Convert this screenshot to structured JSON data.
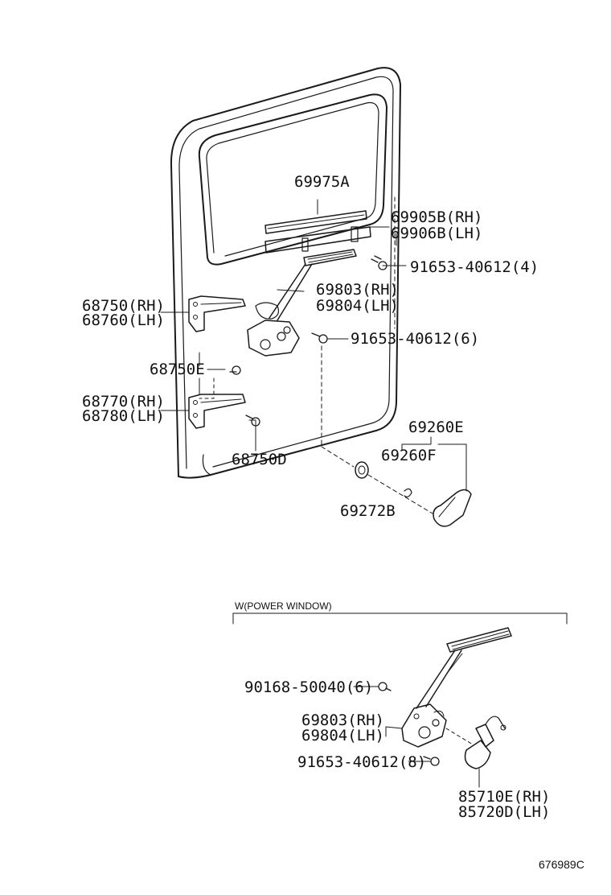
{
  "labels": {
    "p69975A": "69975A",
    "p69905B": "69905B(RH)",
    "p69906B": "69906B(LH)",
    "p91653_4": "91653-40612(4)",
    "p69803_top": "69803(RH)",
    "p69804_top": "69804(LH)",
    "p68750": "68750(RH)",
    "p68760": "68760(LH)",
    "p91653_6": "91653-40612(6)",
    "p68750E": "68750E",
    "p68770": "68770(RH)",
    "p68780": "68780(LH)",
    "p69260E": "69260E",
    "p69260F": "69260F",
    "p68750D": "68750D",
    "p69272B": "69272B",
    "power_window_caption": "W(POWER WINDOW)",
    "p90168": "90168-50040(6)",
    "p69803_bottom": "69803(RH)",
    "p69804_bottom": "69804(LH)",
    "p91653_8": "91653-40612(8)",
    "p85710E": "85710E(RH)",
    "p85720D": "85720D(LH)",
    "diagram_code": "676989C"
  },
  "colors": {
    "line": "#1a1a1a",
    "background": "#ffffff"
  }
}
